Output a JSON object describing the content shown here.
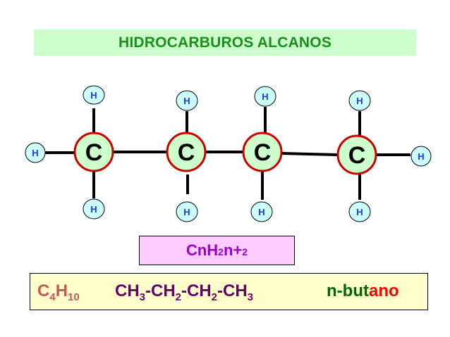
{
  "title": "HIDROCARBUROS ALCANOS",
  "molecule": {
    "carbon_symbol": "C",
    "hydrogen_symbol": "H",
    "colors": {
      "carbon_fill": "#ccffcc",
      "carbon_ring": "#cc0000",
      "hydrogen_fill": "#ccffff",
      "hydrogen_text": "#1a33ff"
    }
  },
  "general_formula": {
    "a": "CnH",
    "b": "2",
    "c": "n+",
    "d": "2"
  },
  "example": {
    "molecular": {
      "c": "C",
      "c_n": "4",
      "h": "H",
      "h_n": "10"
    },
    "condensed": {
      "p1": "CH",
      "n1": "3",
      "p2": "-CH",
      "n2": "2",
      "p3": "-CH",
      "n3": "2",
      "p4": "-CH",
      "n4": "3"
    },
    "name": {
      "prefix": "n-but",
      "suffix": "ano"
    }
  }
}
